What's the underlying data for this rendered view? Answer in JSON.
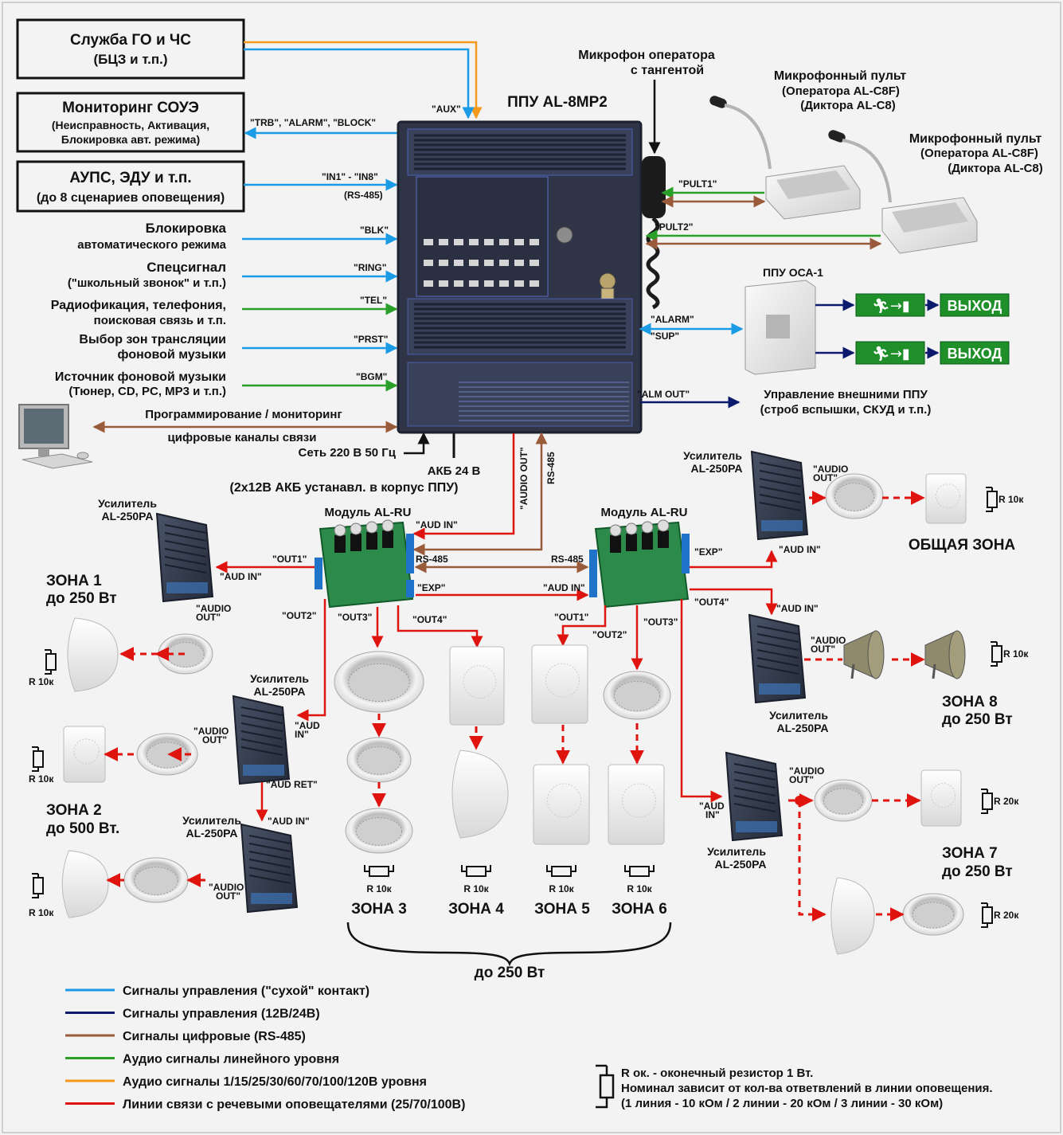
{
  "colors": {
    "control_dry": "#1b9ae6",
    "control_12_24": "#0c1a6e",
    "digital": "#9a5b3a",
    "audio_line": "#2aa02a",
    "audio_high": "#f39a1e",
    "speaker_line": "#e0140e"
  },
  "boxes": {
    "go_chs": [
      "Служба ГО и ЧС",
      "(БЦЗ и т.п.)"
    ],
    "monitoring": [
      "Мониторинг СОУЭ",
      "(Неисправность, Активация,",
      "Блокировка авт. режима)"
    ],
    "aups": [
      "АУПС, ЭДУ и т.п.",
      "(до 8 сценариев оповещения)"
    ]
  },
  "left_inputs": {
    "blk": [
      "Блокировка",
      "автоматического режима"
    ],
    "ring": [
      "Спецсигнал",
      "(\"школьный звонок\" и т.п.)"
    ],
    "tel": [
      "Радиофикация, телефония,",
      "поисковая связь и т.п."
    ],
    "prst": [
      "Выбор зон трансляции",
      "фоновой музыки"
    ],
    "bgm": [
      "Источник фоновой музыки",
      "(Тюнер, CD, PC, MP3 и т.п.)"
    ],
    "prog": "Программирование / мониторинг",
    "digital_channels": "цифровые каналы связи",
    "mains": "Сеть 220 В 50 Гц",
    "battery": "АКБ 24 В",
    "battery_note": "(2х12В АКБ устанавл. в корпус ППУ)"
  },
  "signals": {
    "aux": "\"AUX\"",
    "trb": "\"TRB\", \"ALARM\", \"BLOCK\"",
    "in": "\"IN1\" - \"IN8\"",
    "rs485_paren": "(RS-485)",
    "blk": "\"BLK\"",
    "ring": "\"RING\"",
    "tel": "\"TEL\"",
    "prst": "\"PRST\"",
    "bgm": "\"BGM\"",
    "pult1": "\"PULT1\"",
    "pult2": "\"PULT2\"",
    "alarm": "\"ALARM\"",
    "sup": "\"SUP\"",
    "alm_out": "\"ALM OUT\"",
    "audio_out_v": "\"AUDIO OUT\"",
    "rs485": "RS-485",
    "aud_in": "\"AUD IN\"",
    "out1": "\"OUT1\"",
    "out2": "\"OUT2\"",
    "out3": "\"OUT3\"",
    "out4": "\"OUT4\"",
    "exp": "\"EXP\"",
    "audio": "\"AUDIO",
    "out_q": "OUT\"",
    "aud": "\"AUD",
    "in_q": "IN\"",
    "aud_ret": "\"AUD RET\""
  },
  "ppu": {
    "title": "ППУ AL-8MP2",
    "mic": [
      "Микрофон оператора",
      "с тангентой"
    ],
    "panel": [
      "Микрофонный пульт",
      "(Оператора AL-C8F)",
      "(Диктора AL-C8)"
    ]
  },
  "osa": {
    "title": "ППУ ОСА-1",
    "exit": "ВЫХОД",
    "external": [
      "Управление внешними ППУ",
      "(строб вспышки, СКУД и т.п.)"
    ]
  },
  "modules": {
    "label": "Модуль AL-RU"
  },
  "amps": {
    "label": [
      "Усилитель",
      "AL-250PA"
    ]
  },
  "zones": {
    "z1": [
      "ЗОНА 1",
      "до 250 Вт"
    ],
    "z2": [
      "ЗОНА 2",
      "до 500 Вт."
    ],
    "z3": "ЗОНА 3",
    "z4": "ЗОНА 4",
    "z5": "ЗОНА 5",
    "z6": "ЗОНА 6",
    "z36_power": "до 250 Вт",
    "z7": [
      "ЗОНА 7",
      "до 250 Вт"
    ],
    "z8": [
      "ЗОНА 8",
      "до 250 Вт"
    ],
    "common": "ОБЩАЯ ЗОНА"
  },
  "resistors": {
    "r10": "R 10к",
    "r20": "R 20к"
  },
  "legend": {
    "items": [
      "Сигналы управления (\"сухой\" контакт)",
      "Сигналы управления (12В/24В)",
      "Сигналы цифровые (RS-485)",
      "Аудио сигналы линейного уровня",
      "Аудио сигналы 1/15/25/30/60/70/100/120В уровня",
      "Линии связи с речевыми оповещателями (25/70/100В)"
    ],
    "resistor_note": [
      "R ок. - оконечный резистор 1 Вт.",
      "Номинал зависит от кол-ва ответвлений в линии оповещения.",
      "(1 линия - 10 кОм / 2 линии - 20 кОм / 3 линии - 30 кОм)"
    ]
  }
}
